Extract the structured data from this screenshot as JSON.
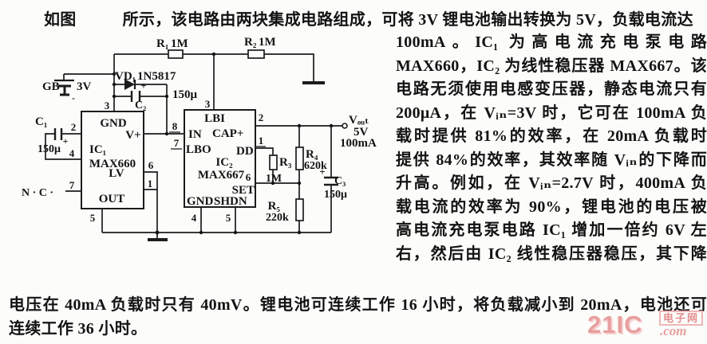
{
  "article": {
    "intro_prefix": "如图",
    "intro_rest": "所示，该电路由两块集成电路组成，可将 3V 锂电池输出转换为 5V，负载电流达",
    "right_column": [
      "100mA。IC₁ 为高电流充电泵电路",
      "MAX660，IC₂ 为线性稳压器 MAX667。该",
      "电路无须使用电感变压器，静态电流只有",
      "200μA，在 Vᵢₙ=3V 时，它可在 100mA 负",
      "载时提供 81%的效率，在 20mA 负载时",
      "提供 84%的效率，其效率随 Vᵢₙ的下降而",
      "升高。例如，在 Vᵢₙ=2.7V 时，400mA 负",
      "载电流的效率为 90%，锂电池的电压被",
      "高电流充电泵电路 IC₁ 增加一倍约 6V 左",
      "右，然后由 IC₂ 线性稳压器稳压，其下降"
    ],
    "bottom_lines": [
      "电压在 40mA 负载时只有 40mV。锂电池可连续工作 16 小时，将负载减小到 20mA，电池还可",
      "连续工作 36 小时。"
    ]
  },
  "circuit": {
    "battery": {
      "ref": "GB",
      "value": "3V",
      "minus": "-"
    },
    "diode": {
      "ref": "VD₁",
      "part": "1N5817"
    },
    "c1": {
      "ref": "C₁",
      "value": "150μ",
      "plus": "+"
    },
    "c2": {
      "ref": "C₂",
      "value": "150μ",
      "plus": "+"
    },
    "c3": {
      "ref": "C₃",
      "value": "150μ",
      "plus": "+"
    },
    "r1": {
      "ref": "R₁",
      "value": "1M"
    },
    "r2": {
      "ref": "R₂",
      "value": "1M"
    },
    "r3": {
      "ref": "R₃",
      "value": "1M"
    },
    "r4": {
      "ref": "R₄",
      "value": "620k"
    },
    "r5": {
      "ref": "R₅",
      "value": "220k"
    },
    "nc": "N · C ·",
    "vout": {
      "ref": "Vₒᵤₜ",
      "volts": "5V",
      "current": "100mA"
    },
    "ic1": {
      "name": "IC₁",
      "part": "MAX660",
      "pin_gnd": "GND",
      "pin_vplus": "V+",
      "pin_lv": "LV",
      "pin_out": "OUT",
      "n3": "3",
      "n2": "2",
      "n4": "4",
      "n7": "7",
      "n6": "6",
      "n1": "1",
      "n5": "5"
    },
    "ic2": {
      "name": "IC₂",
      "part": "MAX667",
      "pin_lbi": "LBI",
      "pin_in": "IN",
      "pin_cap": "CAP+",
      "pin_lbo": "LBO",
      "pin_dd": "DD",
      "pin_set": "SET",
      "pin_gnd": "GND",
      "pin_shdn": "SHDN",
      "n3": "3",
      "n8": "8",
      "n7": "7",
      "n2": "2",
      "n1": "1",
      "n6": "6",
      "n4": "4",
      "n5": "5"
    }
  },
  "watermark": {
    "brand": "21IC",
    "suffix": ".com",
    "tag": "电子网"
  }
}
